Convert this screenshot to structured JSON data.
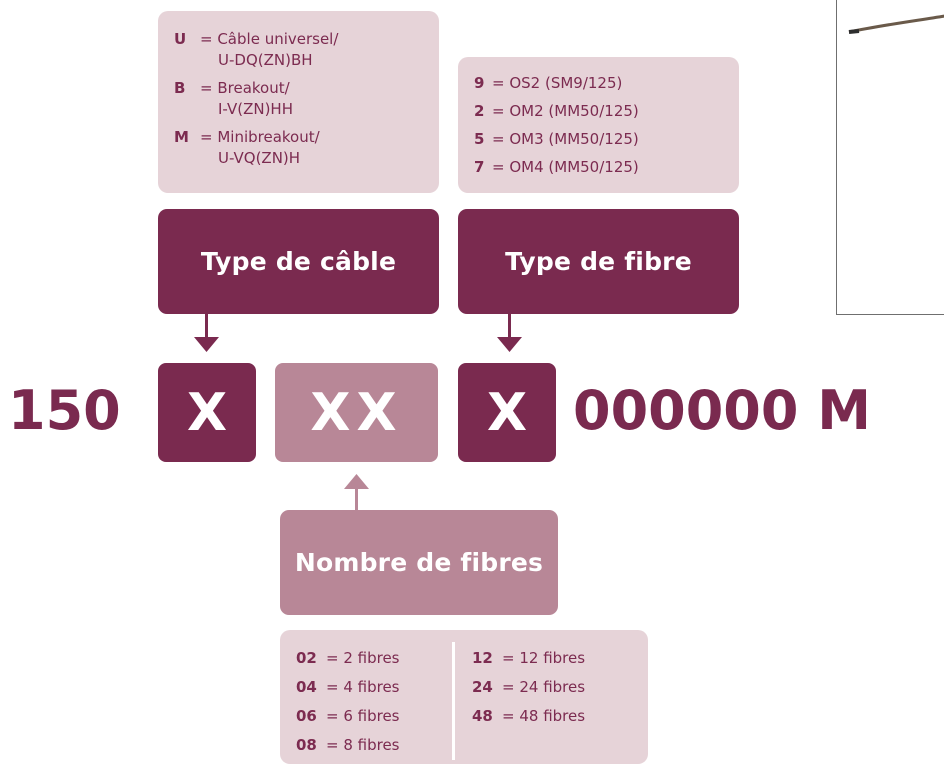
{
  "cable_type": {
    "title": "Type de câble",
    "items": [
      {
        "key": "U",
        "line1": "= Câble universel/",
        "line2": "U-DQ(ZN)BH"
      },
      {
        "key": "B",
        "line1": "= Breakout/",
        "line2": "I-V(ZN)HH"
      },
      {
        "key": "M",
        "line1": "= Minibreakout/",
        "line2": "U-VQ(ZN)H"
      }
    ]
  },
  "fiber_type": {
    "title": "Type de fibre",
    "items": [
      {
        "key": "9",
        "text": "= OS2 (SM9/125)"
      },
      {
        "key": "2",
        "text": "= OM2 (MM50/125)"
      },
      {
        "key": "5",
        "text": "= OM3 (MM50/125)"
      },
      {
        "key": "7",
        "text": "= OM4 (MM50/125)"
      }
    ]
  },
  "fiber_count": {
    "title": "Nombre de fibres",
    "left": [
      {
        "key": "02",
        "text": "= 2 fibres"
      },
      {
        "key": "04",
        "text": "= 4 fibres"
      },
      {
        "key": "06",
        "text": "= 6 fibres"
      },
      {
        "key": "08",
        "text": "= 8 fibres"
      }
    ],
    "right": [
      {
        "key": "12",
        "text": "= 12 fibres"
      },
      {
        "key": "24",
        "text": "= 24 fibres"
      },
      {
        "key": "48",
        "text": "= 48 fibres"
      }
    ]
  },
  "code": {
    "prefix": "150",
    "cable_slot": "X",
    "count_slot": "XX",
    "fiber_slot": "X",
    "suffix": "000000 M"
  },
  "colors": {
    "dark": "#7a2a4f",
    "light": "#b88797",
    "pale": "#e6d3d8"
  }
}
